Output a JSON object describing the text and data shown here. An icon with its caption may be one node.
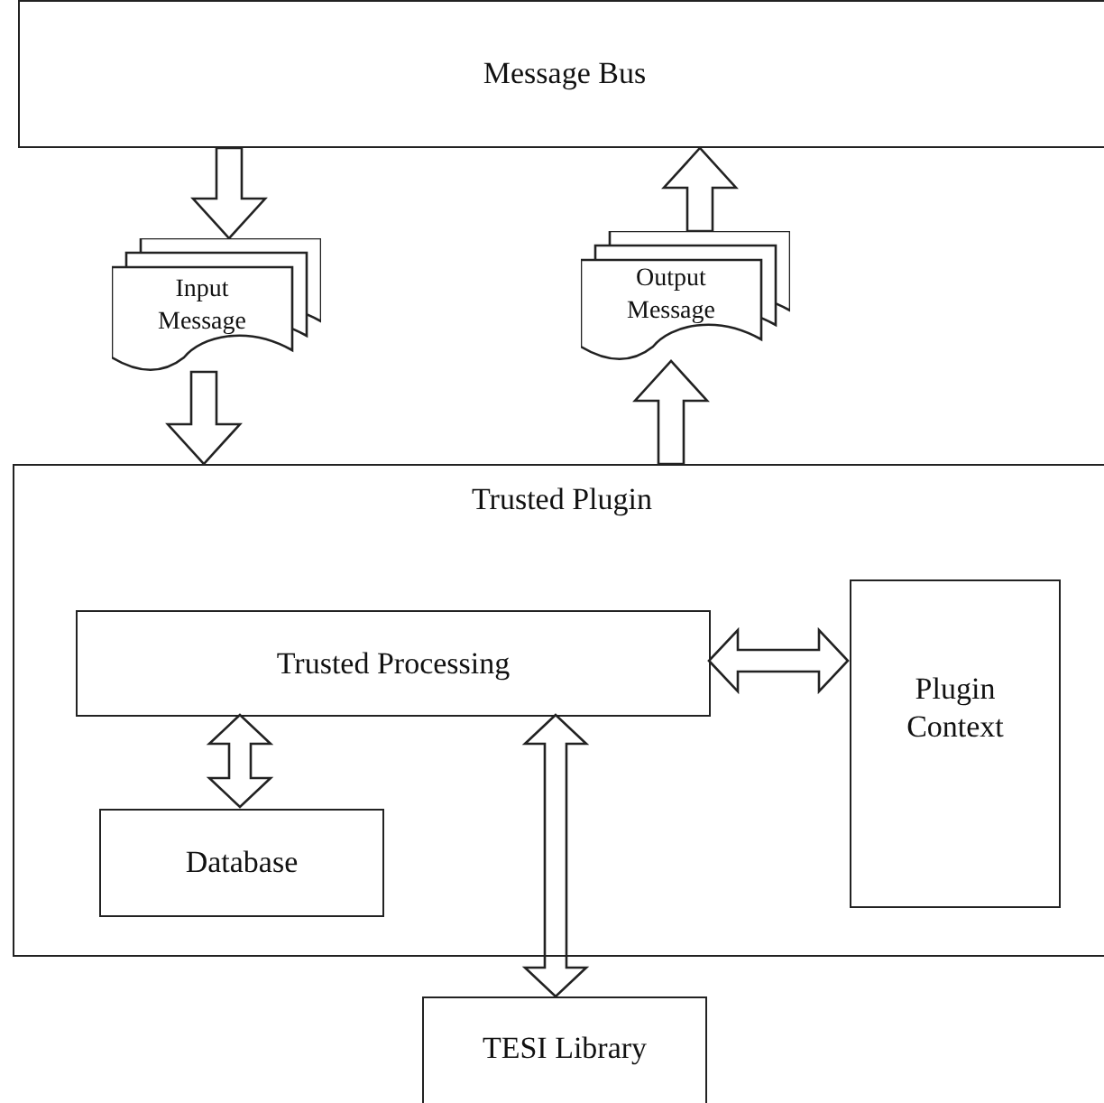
{
  "diagram": {
    "nodes": [
      {
        "text": [
          "Message Bus"
        ]
      },
      {
        "text": [
          "Input Message"
        ]
      },
      {
        "text": [
          "Output Message"
        ]
      },
      {
        "text": [
          "Trusted Plugin"
        ]
      },
      {
        "text": [
          "Trusted Processing"
        ],
        "in": 3
      },
      {
        "text": [
          "Database"
        ],
        "in": 3
      },
      {
        "text": [
          "Plugin Context"
        ],
        "in": 3
      },
      {
        "text": [
          "TESI Library"
        ]
      }
    ],
    "edges": [
      {
        "from": 0,
        "to": 1,
        "arrow": "to"
      },
      {
        "from": 1,
        "to": 3,
        "arrow": "to"
      },
      {
        "from": 3,
        "to": 2,
        "arrow": "to"
      },
      {
        "from": 2,
        "to": 0,
        "arrow": "to"
      },
      {
        "from": 4,
        "to": 6,
        "arrow": "both"
      },
      {
        "from": 4,
        "to": 5,
        "arrow": "both"
      },
      {
        "from": 4,
        "to": 7,
        "arrow": "both"
      }
    ]
  }
}
